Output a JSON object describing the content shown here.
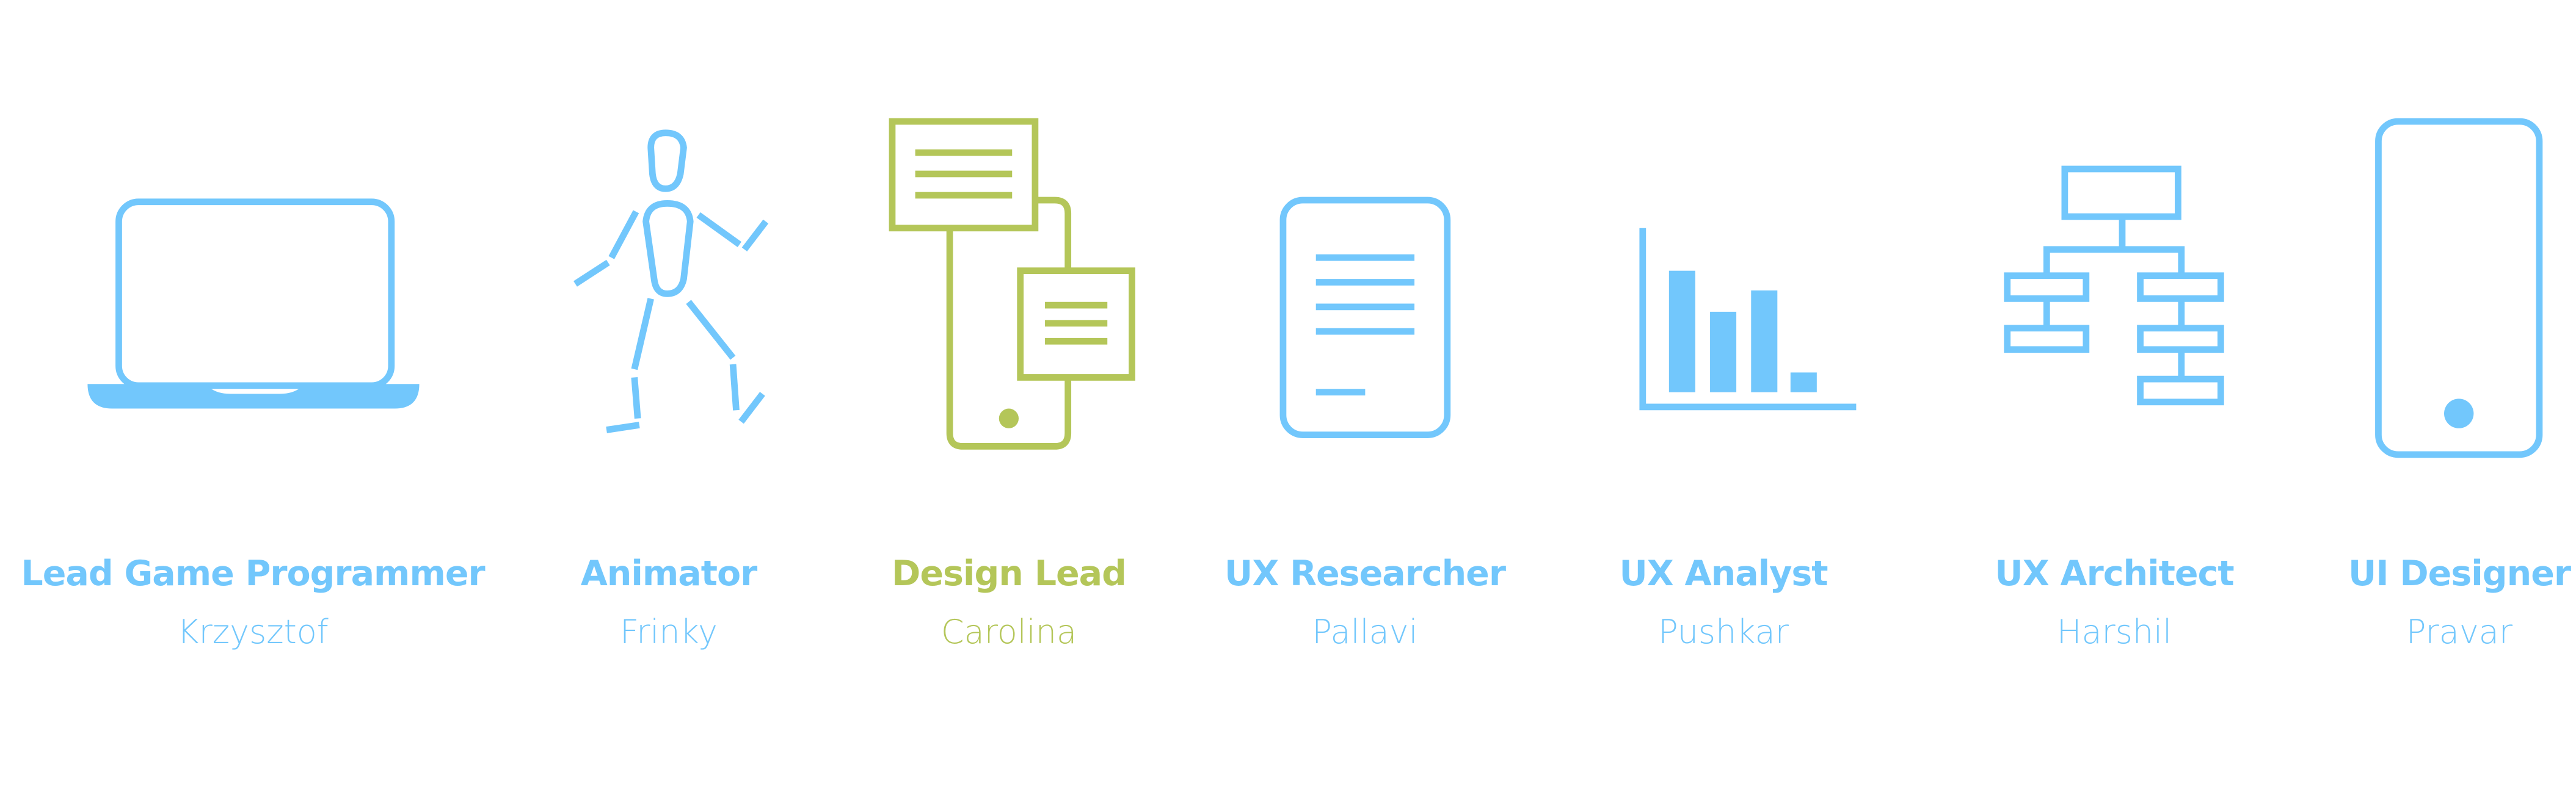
{
  "colors": {
    "blue": "#72c7fc",
    "green": "#b4c659"
  },
  "team": [
    {
      "role": "Lead Game Programmer",
      "name": "Krzysztof",
      "icon": "laptop-icon",
      "highlight": false
    },
    {
      "role": "Animator",
      "name": "Frinky",
      "icon": "stick-figure-icon",
      "highlight": false
    },
    {
      "role": "Design Lead",
      "name": "Carolina",
      "icon": "wireframe-phone-icon",
      "highlight": true
    },
    {
      "role": "UX Researcher",
      "name": "Pallavi",
      "icon": "tablet-document-icon",
      "highlight": false
    },
    {
      "role": "UX Analyst",
      "name": "Pushkar",
      "icon": "bar-chart-icon",
      "highlight": false
    },
    {
      "role": "UX Architect",
      "name": "Harshil",
      "icon": "sitemap-icon",
      "highlight": false
    },
    {
      "role": "UI Designer",
      "name": "Pravar",
      "icon": "phone-icon",
      "highlight": false
    }
  ]
}
